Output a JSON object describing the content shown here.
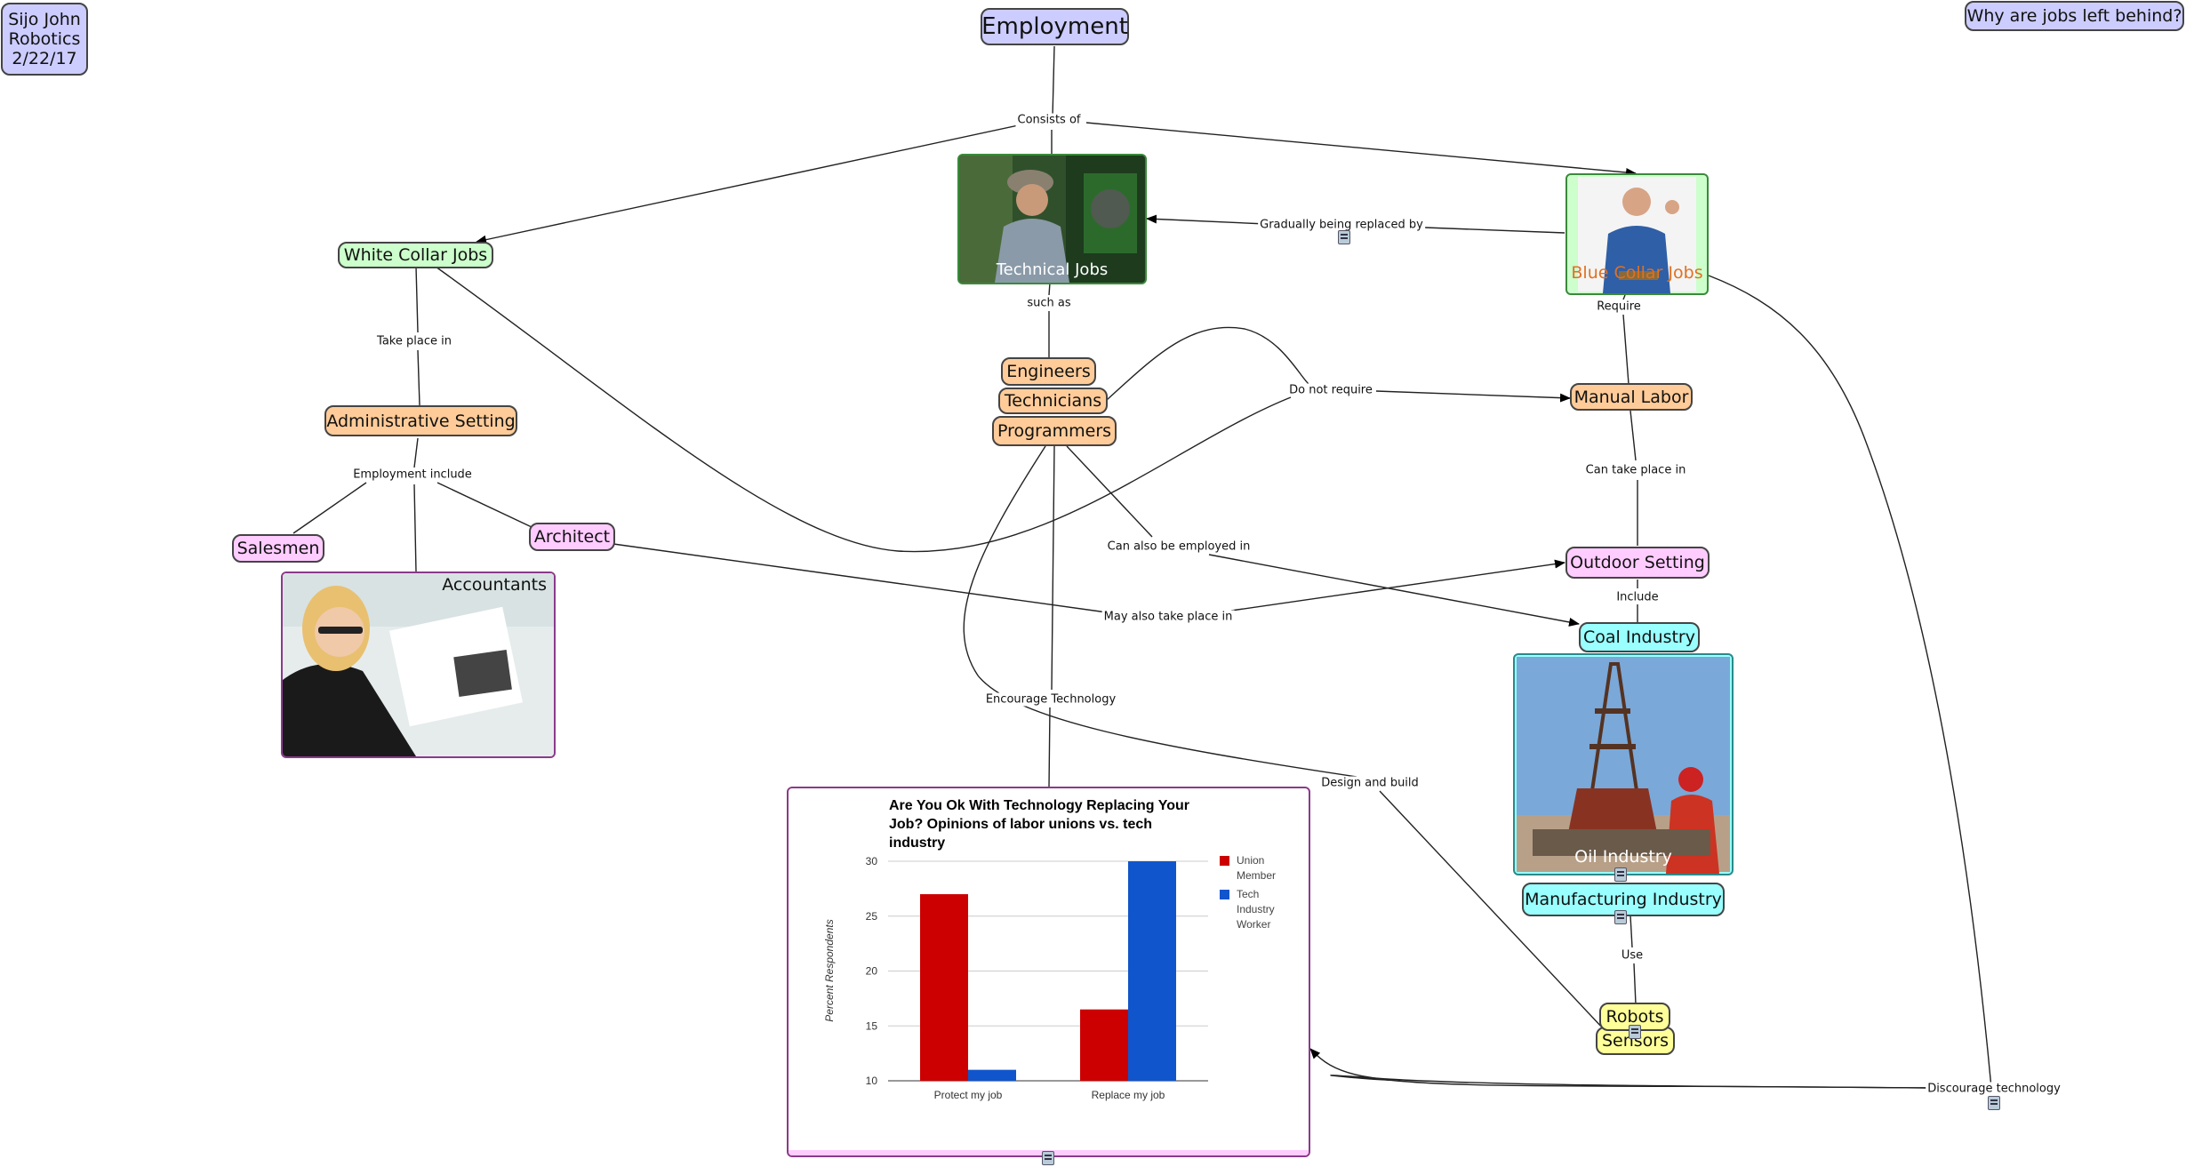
{
  "header": {
    "author_lines": [
      "Sijo John",
      "Robotics",
      "2/22/17"
    ],
    "question": "Why are jobs left behind?"
  },
  "nodes": {
    "employment": "Employment",
    "white_collar": "White Collar Jobs",
    "technical": "Technical Jobs",
    "blue_collar": "Blue Collar Jobs",
    "admin_setting": "Administrative Setting",
    "salesmen": "Salesmen",
    "architect": "Architect",
    "accountants": "Accountants",
    "engineers": "Engineers",
    "technicians": "Technicians",
    "programmers": "Programmers",
    "manual_labor": "Manual Labor",
    "outdoor_setting": "Outdoor Setting",
    "coal_industry": "Coal Industry",
    "oil_industry": "Oil Industry",
    "manufacturing": "Manufacturing Industry",
    "robots": "Robots",
    "sensors": "Sensors"
  },
  "links": {
    "consists_of": "Consists of",
    "take_place_in": "Take place in",
    "employment_include": "Employment include",
    "such_as": "such as",
    "gradually_replaced": "Gradually being replaced by",
    "require": "Require",
    "do_not_require": "Do not require",
    "can_take_place_in": "Can take place in",
    "can_also_be_employed": "Can also be employed in",
    "may_also_take_place": "May also take place in",
    "include": "Include",
    "encourage_technology": "Encourage Technology",
    "design_and_build": "Design and build",
    "use": "Use",
    "discourage_technology": "Discourage technology"
  },
  "chart_data": {
    "type": "bar",
    "title": "Are You Ok With Technology Replacing Your Job? Opinions of labor unions vs. tech industry",
    "title_lines": [
      "Are You Ok With Technology Replacing Your",
      "Job? Opinions of labor unions vs. tech",
      "industry"
    ],
    "ylabel": "Percent Respondents",
    "xlabel": "",
    "categories": [
      "Protect my job",
      "Replace my job"
    ],
    "ylim": [
      10,
      30
    ],
    "yticks": [
      "10",
      "15",
      "20",
      "25",
      "30"
    ],
    "series": [
      {
        "name": "Union Member",
        "name_lines": [
          "Union",
          "Member"
        ],
        "values": [
          27,
          16.5
        ],
        "color": "#cc0000"
      },
      {
        "name": "Tech Industry Worker",
        "name_lines": [
          "Tech",
          "Industry",
          "Worker"
        ],
        "values": [
          11,
          30
        ],
        "color": "#1155cc"
      }
    ],
    "legend": "right",
    "grid": true
  },
  "colors": {
    "lavender": "#ccccff",
    "green": "#ccffcc",
    "orange": "#ffcc99",
    "pink": "#ffccff",
    "cyan": "#99ffff",
    "yellow": "#ffff99",
    "blue_collar_caption": "#e07020"
  }
}
